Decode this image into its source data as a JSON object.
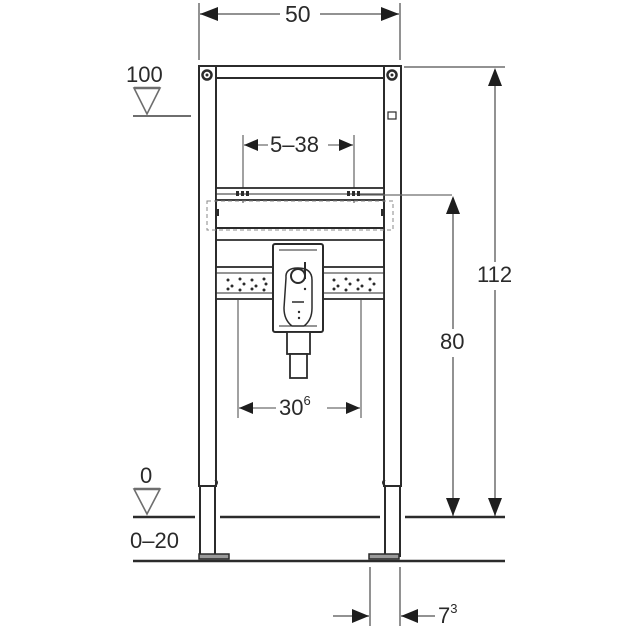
{
  "diagram": {
    "subject": "Washbasin installation frame, front elevation",
    "colors": {
      "line": "#2b2b2b",
      "dim_line": "#6e6e6e",
      "arrow": "#1e1e1e",
      "background": "#ffffff",
      "foot_fill": "#9a9a9a"
    },
    "dimensions": {
      "frame_width": {
        "value": "50"
      },
      "bracket_spacing": {
        "value": "5–38"
      },
      "pipe_spacing": {
        "base": "30",
        "sup": "6"
      },
      "height_overall": {
        "value": "112"
      },
      "height_connection": {
        "value": "80"
      },
      "foot_width": {
        "base": "7",
        "sup": "3"
      }
    },
    "levels": {
      "top": {
        "value": "100"
      },
      "floor": {
        "value": "0"
      },
      "adjust_range": {
        "value": "0–20"
      }
    }
  }
}
